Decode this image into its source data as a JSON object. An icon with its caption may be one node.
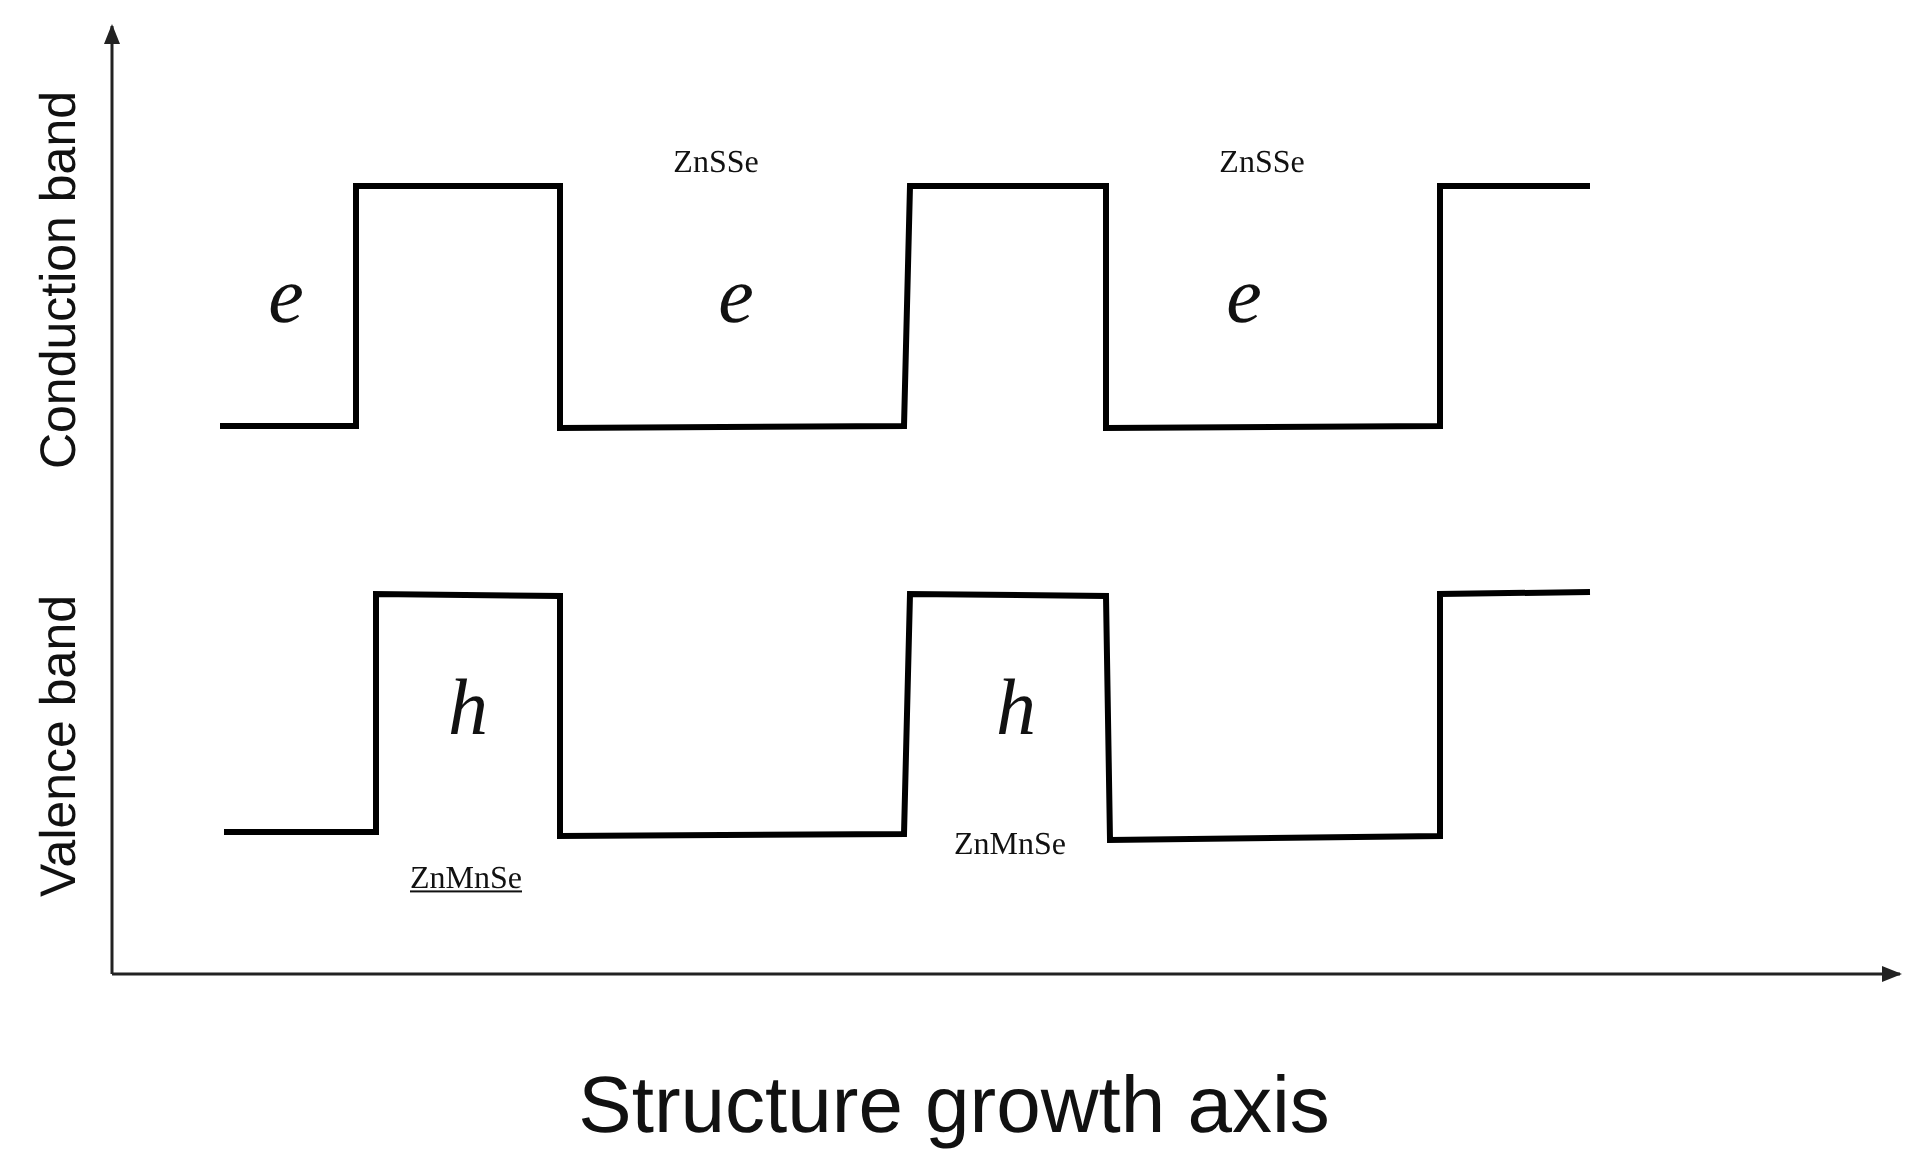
{
  "diagram": {
    "labels": [
      "Conduction band",
      "Valence band",
      "ZnSSe",
      "ZnSSe",
      "e",
      "e",
      "e",
      "h",
      "h",
      "ZnMnSe",
      "ZnMnSe",
      "Structure growth axis"
    ]
  }
}
